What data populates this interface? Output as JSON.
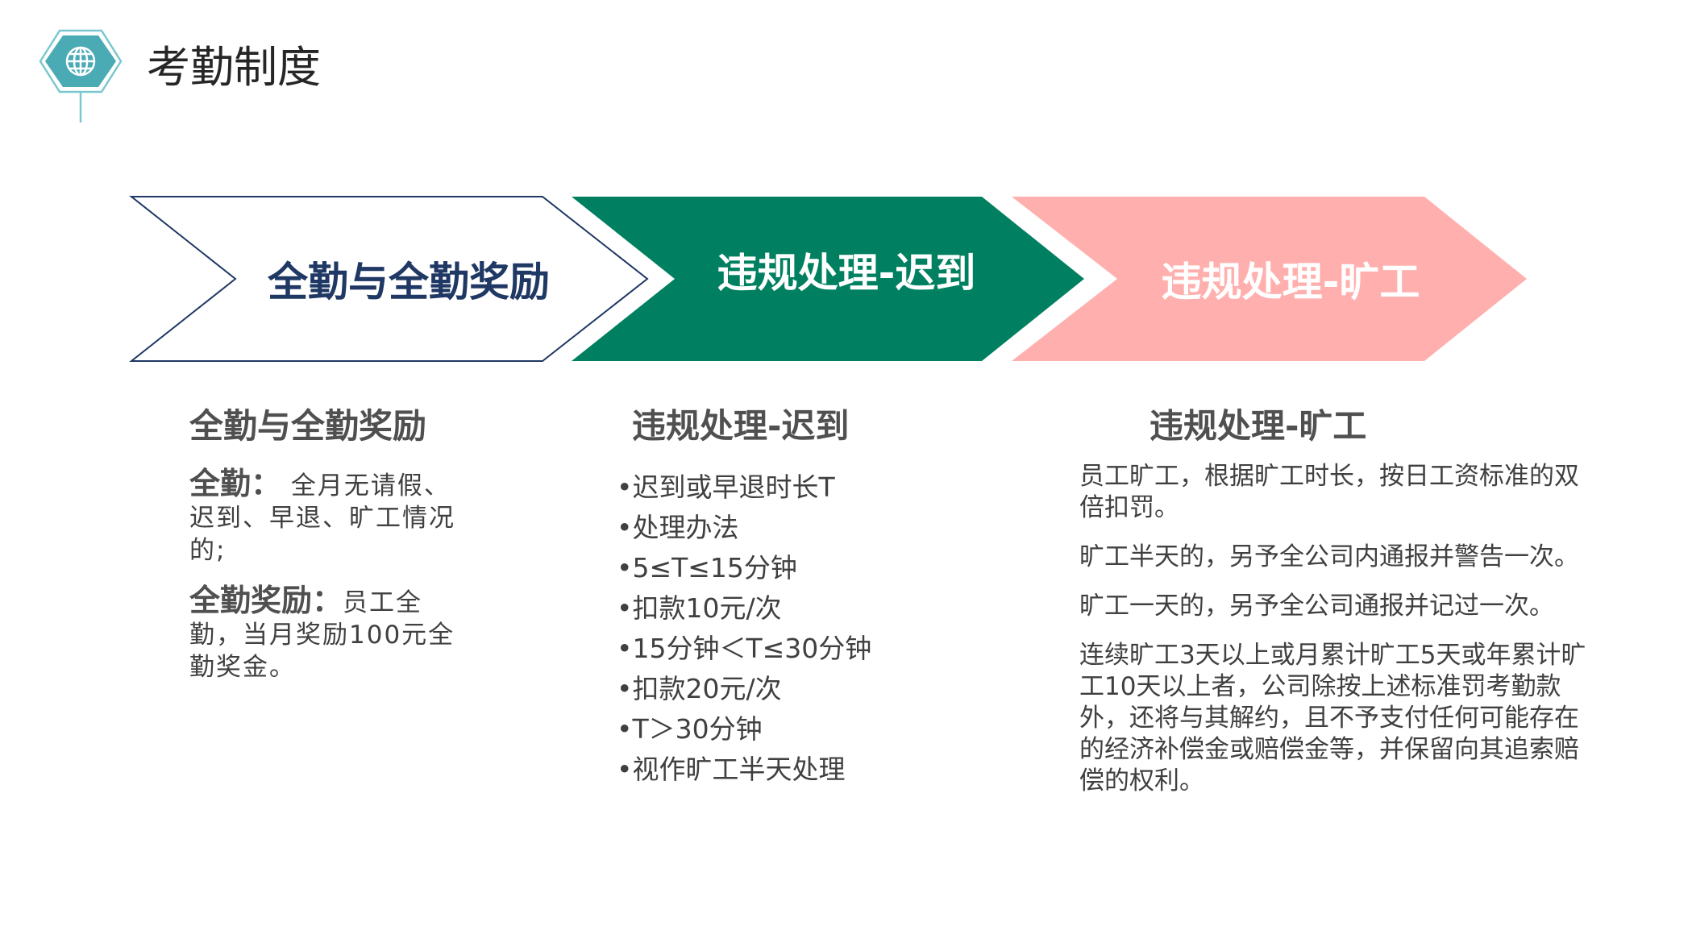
{
  "header": {
    "title": "考勤制度",
    "icon": "globe-icon",
    "accent_color": "#4aabb5"
  },
  "arrows": [
    {
      "label": "全勤与全勤奖励",
      "fill": "#ffffff",
      "stroke": "#1f3864",
      "text_color": "#1f3864"
    },
    {
      "label": "违规处理-迟到",
      "fill": "#008060",
      "text_color": "#ffffff"
    },
    {
      "label": "违规处理-旷工",
      "fill": "#ffb0ae",
      "text_color": "#ffffff"
    }
  ],
  "columns": {
    "attendance": {
      "heading": "全勤与全勤奖励",
      "items": [
        {
          "lead": "全勤：",
          "text": " 全月无请假、迟到、早退、旷工情况的;"
        },
        {
          "lead": "全勤奖励：",
          "text": "员工全勤，当月奖励100元全勤奖金。"
        }
      ]
    },
    "late": {
      "heading": "违规处理-迟到",
      "bullets": [
        "•迟到或早退时长T",
        "•处理办法",
        "•5≤T≤15分钟",
        "•扣款10元/次",
        "•15分钟＜T≤30分钟",
        "•扣款20元/次",
        "•T＞30分钟",
        "•视作旷工半天处理"
      ]
    },
    "absence": {
      "heading": "违规处理-旷工",
      "paragraphs": [
        "员工旷工，根据旷工时长，按日工资标准的双倍扣罚。",
        "旷工半天的，另予全公司内通报并警告一次。",
        "旷工一天的，另予全公司通报并记过一次。",
        "连续旷工3天以上或月累计旷工5天或年累计旷工10天以上者，公司除按上述标准罚考勤款外，还将与其解约，且不予支付任何可能存在的经济补偿金或赔偿金等，并保留向其追索赔偿的权利。"
      ]
    }
  }
}
